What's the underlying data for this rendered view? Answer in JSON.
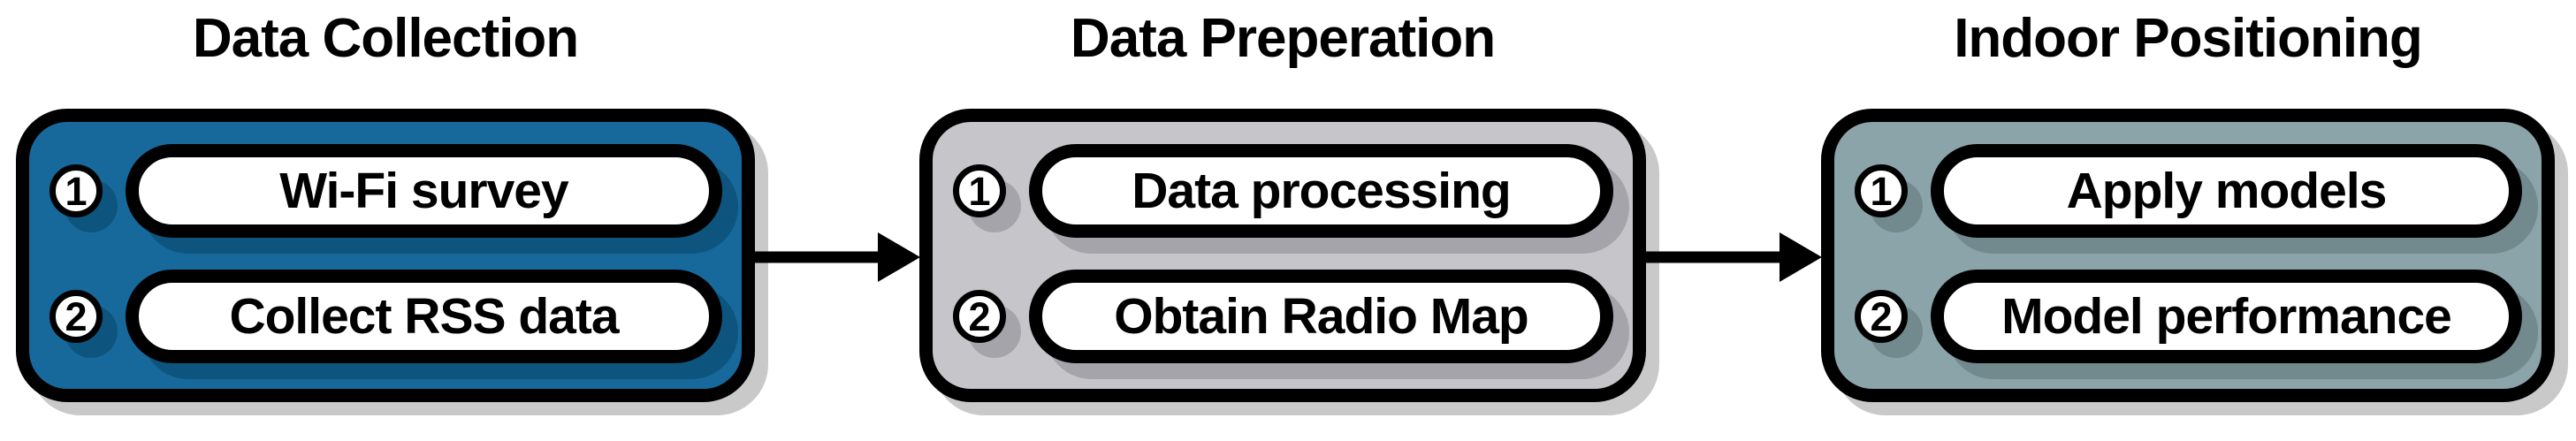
{
  "diagram": {
    "arrow_color": "#000000",
    "box_drop_shadow_color": "#c9c9c9",
    "panels": [
      {
        "title": "Data Collection",
        "fill_color": "#17699c",
        "item_shadow_color": "#0d557e",
        "items": [
          {
            "number": "1",
            "label": "Wi-Fi survey"
          },
          {
            "number": "2",
            "label": "Collect RSS data"
          }
        ]
      },
      {
        "title": "Data Preperation",
        "fill_color": "#c6c5c9",
        "item_shadow_color": "#a5a4aa",
        "items": [
          {
            "number": "1",
            "label": "Data processing"
          },
          {
            "number": "2",
            "label": "Obtain Radio Map"
          }
        ]
      },
      {
        "title": "Indoor Positioning",
        "fill_color": "#8ba4a9",
        "item_shadow_color": "#72898e",
        "items": [
          {
            "number": "1",
            "label": "Apply models"
          },
          {
            "number": "2",
            "label": "Model performance"
          }
        ]
      }
    ]
  }
}
